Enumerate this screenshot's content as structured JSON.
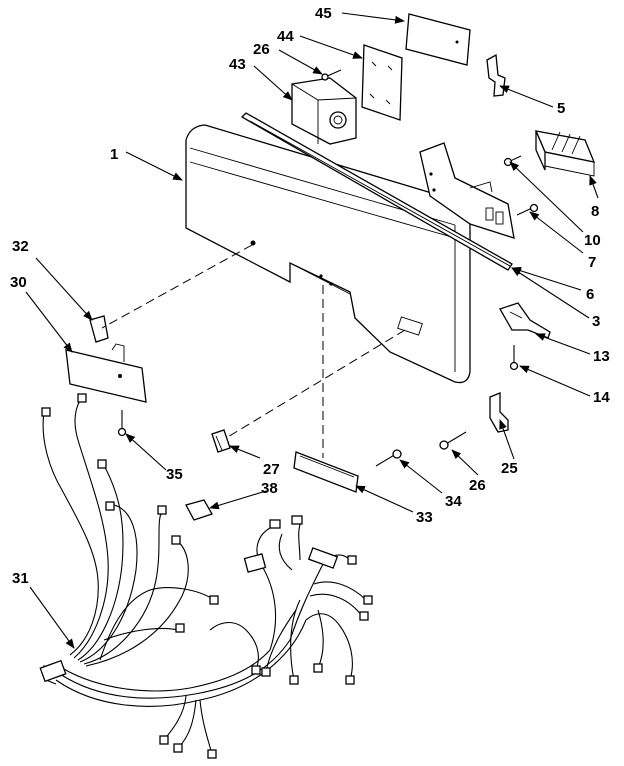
{
  "callouts": [
    {
      "id": "1",
      "text": "1"
    },
    {
      "id": "3",
      "text": "3"
    },
    {
      "id": "5",
      "text": "5"
    },
    {
      "id": "6",
      "text": "6"
    },
    {
      "id": "7",
      "text": "7"
    },
    {
      "id": "8",
      "text": "8"
    },
    {
      "id": "10",
      "text": "10"
    },
    {
      "id": "13",
      "text": "13"
    },
    {
      "id": "14",
      "text": "14"
    },
    {
      "id": "25",
      "text": "25"
    },
    {
      "id": "26a",
      "text": "26"
    },
    {
      "id": "26b",
      "text": "26"
    },
    {
      "id": "27",
      "text": "27"
    },
    {
      "id": "30",
      "text": "30"
    },
    {
      "id": "31",
      "text": "31"
    },
    {
      "id": "32",
      "text": "32"
    },
    {
      "id": "33",
      "text": "33"
    },
    {
      "id": "34",
      "text": "34"
    },
    {
      "id": "35",
      "text": "35"
    },
    {
      "id": "38",
      "text": "38"
    },
    {
      "id": "43",
      "text": "43"
    },
    {
      "id": "44",
      "text": "44"
    },
    {
      "id": "45",
      "text": "45"
    }
  ]
}
